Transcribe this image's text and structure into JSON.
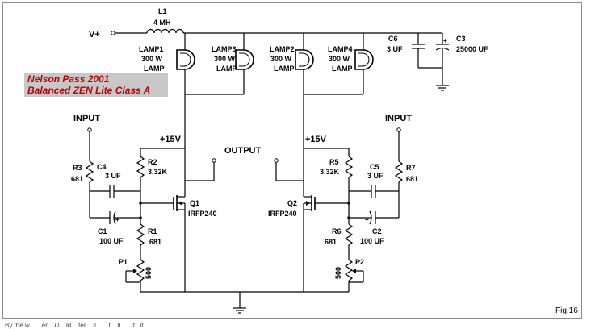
{
  "title": {
    "line1": "Nelson Pass 2001",
    "line2": "Balanced ZEN Lite Class A",
    "color": "#c00000",
    "background": "#c8c8c8"
  },
  "figure_label": "Fig.16",
  "footnote": "By the w... ...er ...ill ...ld ...ter ...ll... ...t ...ll... ...t...it...",
  "supply": {
    "label": "V+"
  },
  "inductor": {
    "name": "L1",
    "value": "4 MH"
  },
  "lamps": [
    {
      "name": "LAMP1",
      "rating": "300 W",
      "type": "LAMP"
    },
    {
      "name": "LAMP3",
      "rating": "300 W",
      "type": "LAMP"
    },
    {
      "name": "LAMP2",
      "rating": "300 W",
      "type": "LAMP"
    },
    {
      "name": "LAMP4",
      "rating": "300 W",
      "type": "LAMP"
    }
  ],
  "caps_supply": [
    {
      "name": "C6",
      "value": "3 UF"
    },
    {
      "name": "C3",
      "value": "25000 UF"
    }
  ],
  "rails": {
    "left": "+15V",
    "right": "+15V"
  },
  "output_label": "OUTPUT",
  "inputs": {
    "left": "INPUT",
    "right": "INPUT"
  },
  "left_channel": {
    "r3": {
      "name": "R3",
      "value": "681"
    },
    "c4": {
      "name": "C4",
      "value": "3 UF"
    },
    "r2": {
      "name": "R2",
      "value": "3.32K"
    },
    "c1": {
      "name": "C1",
      "value": "100 UF"
    },
    "r1": {
      "name": "R1",
      "value": "681"
    },
    "q1": {
      "name": "Q1",
      "value": "IRFP240"
    },
    "p1": {
      "name": "P1",
      "value": "500"
    }
  },
  "right_channel": {
    "r7": {
      "name": "R7",
      "value": "681"
    },
    "c5": {
      "name": "C5",
      "value": "3 UF"
    },
    "r5": {
      "name": "R5",
      "value": "3.32K"
    },
    "c2": {
      "name": "C2",
      "value": "100 UF"
    },
    "r6": {
      "name": "R6",
      "value": "681"
    },
    "q2": {
      "name": "Q2",
      "value": "IRFP240"
    },
    "p2": {
      "name": "P2",
      "value": "500"
    }
  }
}
